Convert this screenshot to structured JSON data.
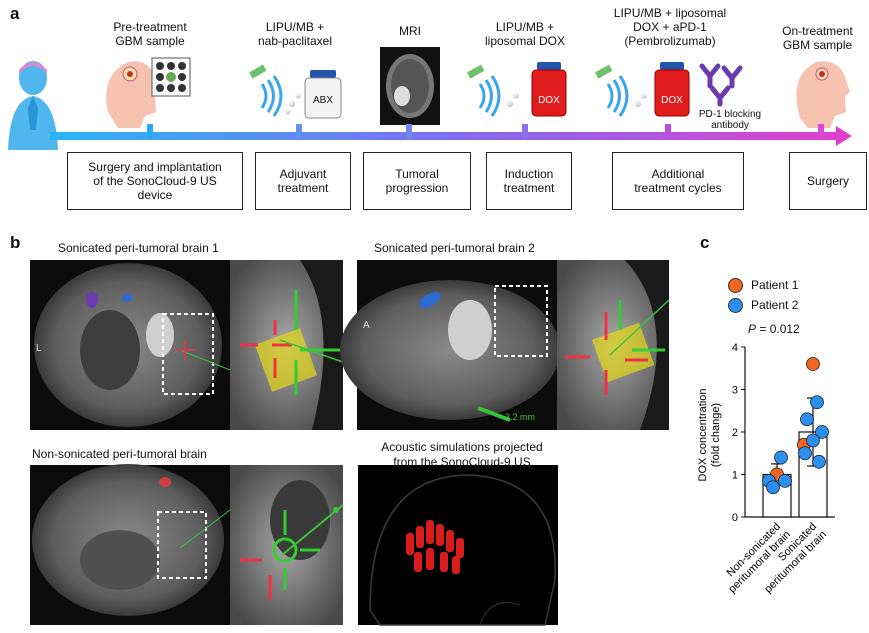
{
  "panel_a": {
    "letter": "a",
    "steps": [
      {
        "line1": "Pre-treatment",
        "line2": "GBM sample"
      },
      {
        "line1": "LIPU/MB +",
        "line2": "nab-paclitaxel"
      },
      {
        "line1": "MRI",
        "line2": ""
      },
      {
        "line1": "LIPU/MB +",
        "line2": "liposomal DOX"
      },
      {
        "line1": "LIPU/MB + liposomal",
        "line2": "DOX + aPD-1",
        "line3": "(Pembrolizumab)"
      },
      {
        "line1": "On-treatment",
        "line2": "GBM sample"
      }
    ],
    "vial_abx": "ABX",
    "vial_dox1": "DOX",
    "vial_dox2": "DOX",
    "antibody_label1": "PD-1 blocking",
    "antibody_label2": "antibody",
    "boxes": [
      {
        "l1": "Surgery and implantation",
        "l2": "of the SonoCloud-9 US",
        "l3": "device"
      },
      {
        "l1": "Adjuvant",
        "l2": "treatment"
      },
      {
        "l1": "Tumoral",
        "l2": "progression"
      },
      {
        "l1": "Induction",
        "l2": "treatment"
      },
      {
        "l1": "Additional",
        "l2": "treatment cycles"
      },
      {
        "l1": "Surgery"
      }
    ]
  },
  "panel_b": {
    "letter": "b",
    "label_1": "Sonicated peri-tumoral brain 1",
    "label_2": "Sonicated peri-tumoral brain 2",
    "label_3": "Non-sonicated peri-tumoral brain",
    "label_4_l1": "Acoustic simulations projected",
    "label_4_l2": "from the SonoCloud-9 US",
    "mri_marker_l": "L",
    "mri_marker_a": "A",
    "mri_scale": "-2.2 mm"
  },
  "panel_c": {
    "letter": "c",
    "legend": [
      {
        "name": "Patient 1",
        "color": "#f26522"
      },
      {
        "name": "Patient 2",
        "color": "#2b8ff0"
      }
    ],
    "pvalue_p": "P",
    "pvalue_rest": " = 0.012",
    "ylabel_l1": "DOX concentration",
    "ylabel_l2": "(fold change)",
    "chart_data": {
      "type": "bar",
      "categories": [
        "Non-sonicated peritumoral brain",
        "Sonicated peritumoral brain"
      ],
      "cat_l1": [
        "Non-sonicated",
        "Sonicated"
      ],
      "cat_l2": [
        "peritumoral brain",
        "peritumoral brain"
      ],
      "means": [
        1.0,
        2.0
      ],
      "sd": [
        0.25,
        0.8
      ],
      "yticks": [
        "0",
        "1",
        "2",
        "3",
        "4"
      ],
      "ylim": [
        0,
        4
      ],
      "points": [
        {
          "group": 0,
          "value": 1.0,
          "patient": 1
        },
        {
          "group": 0,
          "value": 1.4,
          "patient": 2
        },
        {
          "group": 0,
          "value": 0.85,
          "patient": 2
        },
        {
          "group": 0,
          "value": 0.85,
          "patient": 2
        },
        {
          "group": 0,
          "value": 0.7,
          "patient": 2
        },
        {
          "group": 1,
          "value": 3.6,
          "patient": 1
        },
        {
          "group": 1,
          "value": 1.7,
          "patient": 1
        },
        {
          "group": 1,
          "value": 2.7,
          "patient": 2
        },
        {
          "group": 1,
          "value": 2.3,
          "patient": 2
        },
        {
          "group": 1,
          "value": 2.0,
          "patient": 2
        },
        {
          "group": 1,
          "value": 1.8,
          "patient": 2
        },
        {
          "group": 1,
          "value": 1.5,
          "patient": 2
        },
        {
          "group": 1,
          "value": 1.3,
          "patient": 2
        }
      ]
    }
  }
}
